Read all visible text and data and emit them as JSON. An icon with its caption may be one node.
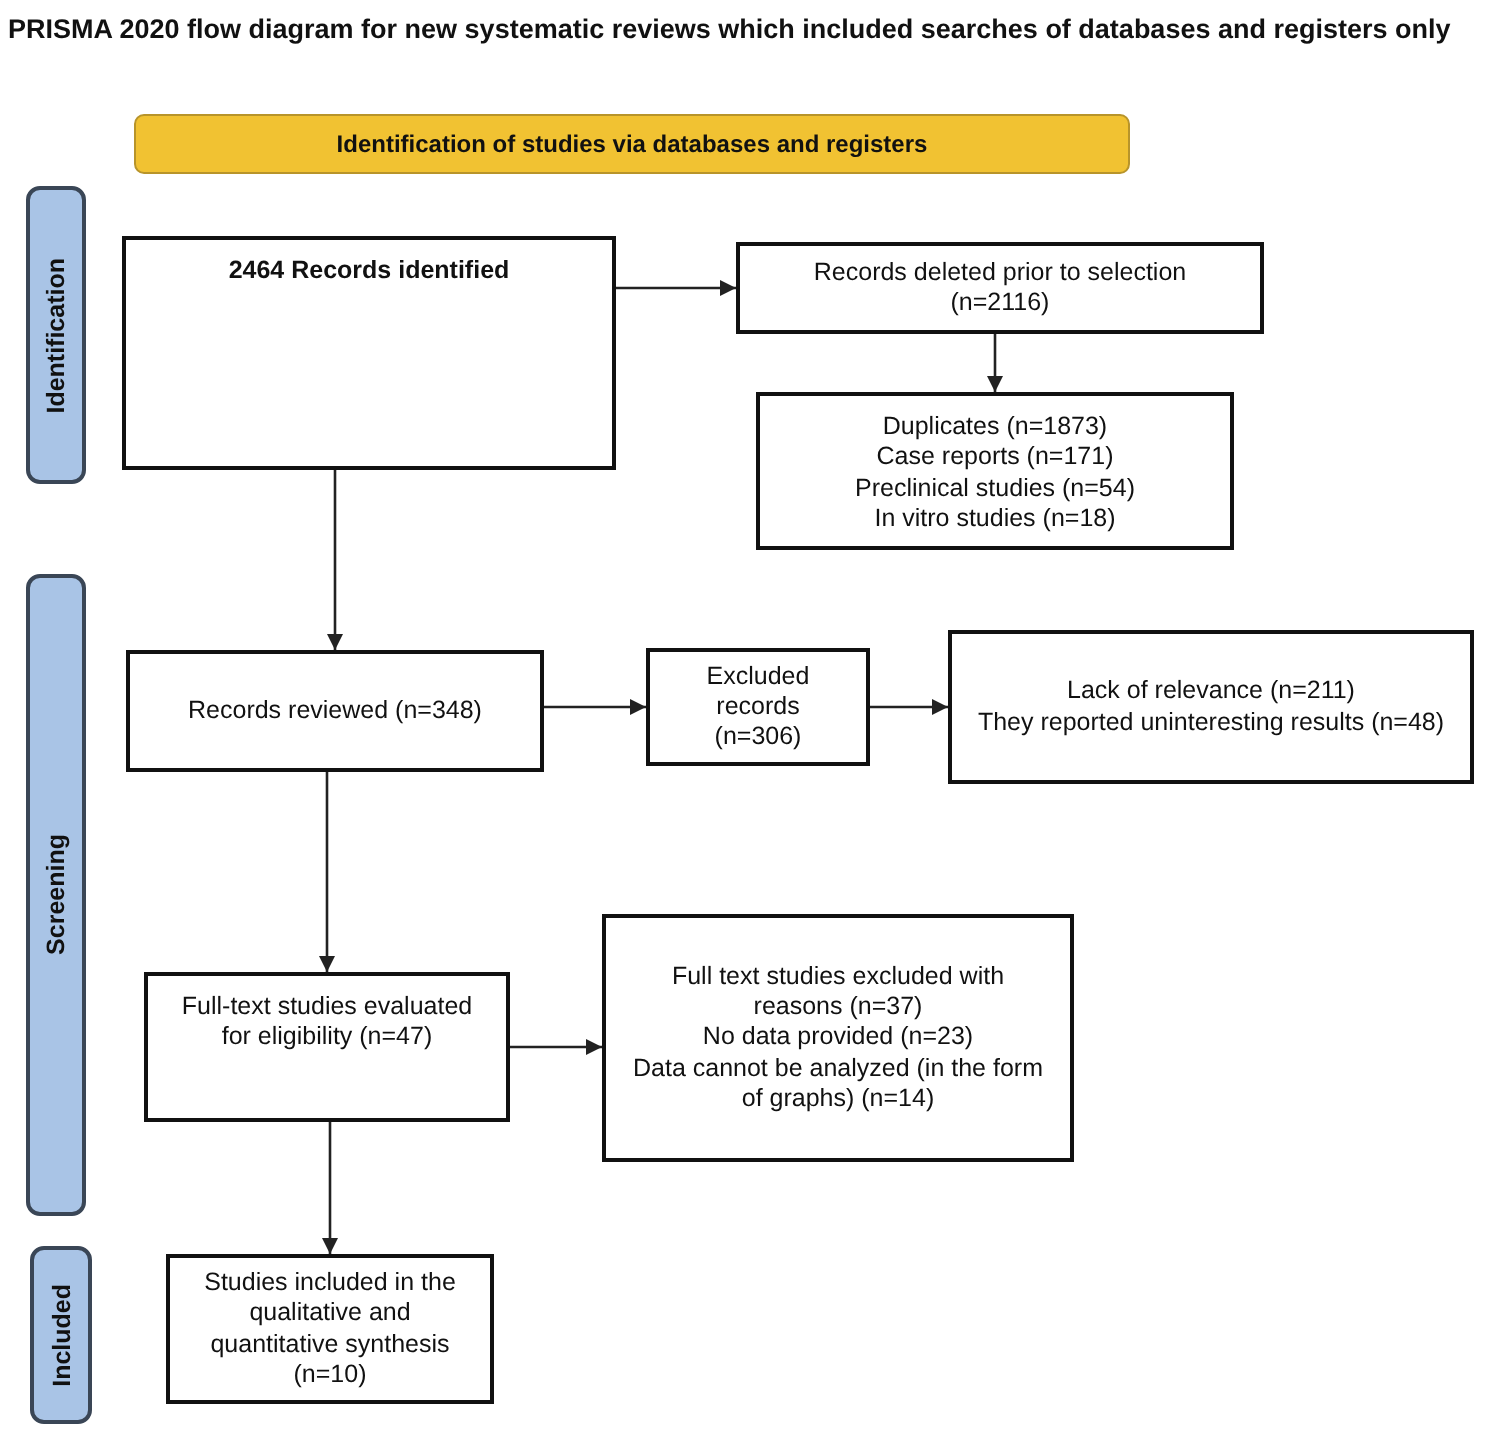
{
  "diagram": {
    "title": "PRISMA 2020 flow diagram for new systematic reviews which included searches of databases and registers only",
    "nodes": [
      {
        "text": [
          "Identification of studies via databases and registers"
        ]
      },
      {
        "text": [
          "Identification"
        ]
      },
      {
        "text": [
          "2464 Records identified"
        ]
      },
      {
        "text": [
          "Records deleted prior to selection (n=2116)"
        ]
      },
      {
        "text": [
          "Duplicates (n=1873)",
          "Case reports (n=171)",
          "Preclinical studies (n=54)",
          "In vitro studies (n=18)"
        ]
      },
      {
        "text": [
          "Screening"
        ]
      },
      {
        "text": [
          "Records reviewed (n=348)"
        ]
      },
      {
        "text": [
          "Excluded records (n=306)"
        ]
      },
      {
        "text": [
          "Lack of relevance (n=211)",
          "They reported uninteresting results (n=48)"
        ]
      },
      {
        "text": [
          "Full-text studies evaluated for eligibility (n=47)"
        ]
      },
      {
        "text": [
          "Full text studies excluded with reasons (n=37)",
          "No data provided (n=23)",
          "Data cannot be analyzed (in the form of graphs) (n=14)"
        ]
      },
      {
        "text": [
          "Included"
        ]
      },
      {
        "text": [
          "Studies included in the qualitative and quantitative synthesis (n=10)"
        ]
      }
    ],
    "edges": [
      {
        "from": 2,
        "to": 3,
        "arrow": "to"
      },
      {
        "from": 3,
        "to": 4,
        "arrow": "to"
      },
      {
        "from": 2,
        "to": 6,
        "arrow": "to"
      },
      {
        "from": 6,
        "to": 7,
        "arrow": "to"
      },
      {
        "from": 7,
        "to": 8,
        "arrow": "to"
      },
      {
        "from": 6,
        "to": 9,
        "arrow": "to"
      },
      {
        "from": 9,
        "to": 10,
        "arrow": "to"
      },
      {
        "from": 9,
        "to": 12,
        "arrow": "to"
      }
    ]
  }
}
